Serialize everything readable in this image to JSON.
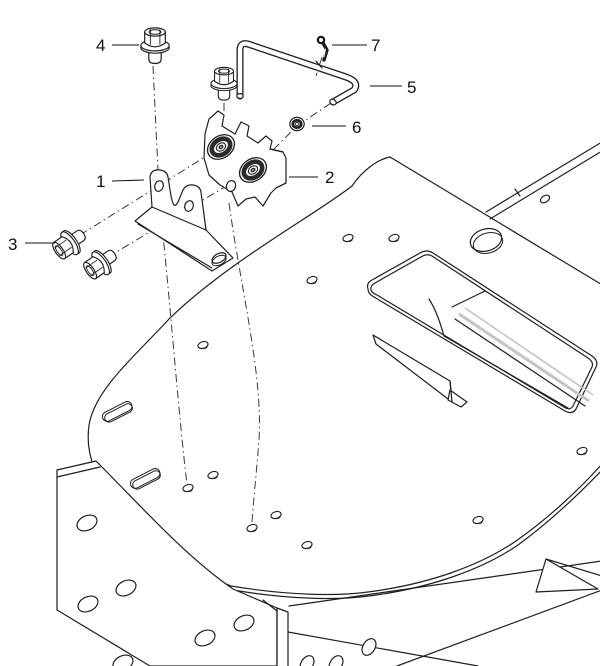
{
  "callouts": [
    {
      "number": "1"
    },
    {
      "number": "2"
    },
    {
      "number": "3"
    },
    {
      "number": "4"
    },
    {
      "number": "5"
    },
    {
      "number": "6"
    },
    {
      "number": "7"
    }
  ],
  "colors": {
    "line": "#1f1f1f",
    "background": "#ffffff",
    "shading_gray": "#c4c4c4"
  }
}
